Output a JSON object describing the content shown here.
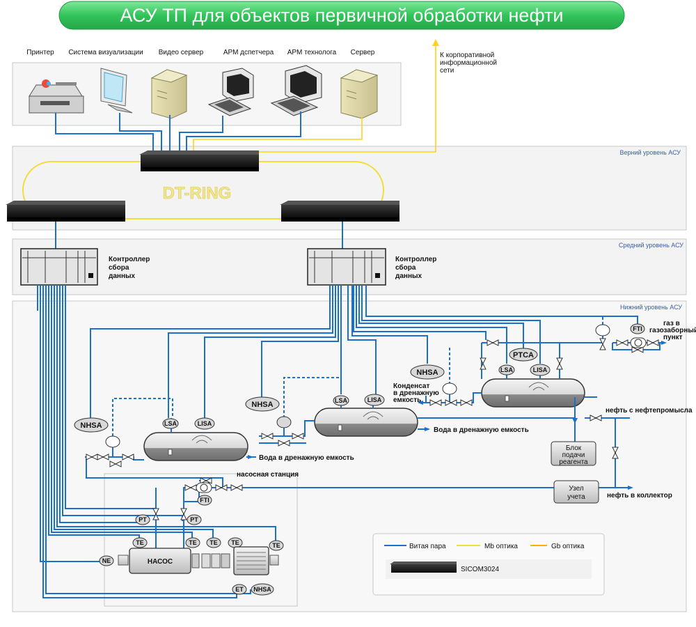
{
  "title": "АСУ ТП для объектов первичной обработки нефти",
  "top_devices": {
    "printer": "Принтер",
    "visual": "Система визуализации",
    "video": "Видео сервер",
    "arm_disp": "АРМ дспетчера",
    "arm_tech": "АРМ технолога",
    "server": "Сервер"
  },
  "corp_net": [
    "К корпоративной",
    "информационной",
    "сети"
  ],
  "zones": {
    "upper": "Верний уровень АСУ",
    "middle": "Средний уровень АСУ",
    "lower": "Нижний уровень АСУ"
  },
  "ring_label": "DT-RING",
  "controller": [
    "Контроллер",
    "сбора",
    "данных"
  ],
  "instruments": {
    "nhsa": "NHSA",
    "lsa": "LSA",
    "lisa": "LISA",
    "ptca": "PTCA",
    "fti": "FTI",
    "pt": "PT",
    "te": "TE",
    "ne": "NE",
    "et": "ET"
  },
  "process": {
    "gas": [
      "газ в",
      "газозаборный",
      "пункт"
    ],
    "condensate": [
      "Конденсат",
      "в дренажную",
      "емкость"
    ],
    "water": "Вода в дренажную емкость",
    "oil_in": "нефть с нефтепромысла",
    "oil_out": "нефть в коллектор",
    "reagent": [
      "Блок",
      "подачи",
      "реагента"
    ],
    "meter": [
      "Узел",
      "учета"
    ],
    "pump_station": "насосная станция",
    "pump": "НАСОС"
  },
  "legend": {
    "twisted": "Витая пара",
    "mb": "Mb оптика",
    "gb": "Gb оптика",
    "device": "SICOM3024"
  },
  "colors": {
    "twisted": "#1a6fcf",
    "mb": "#f2dc3e",
    "gb": "#ffb000",
    "title_bg": "#3fcf6a"
  }
}
